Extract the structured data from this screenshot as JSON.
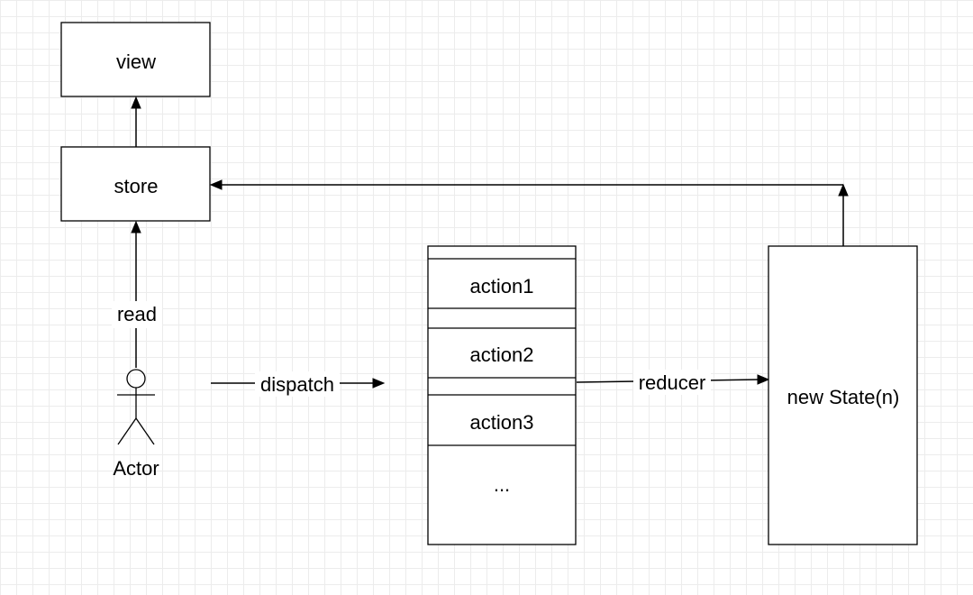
{
  "nodes": {
    "view": "view",
    "store": "store",
    "actor": "Actor",
    "new_state": "new State(n)"
  },
  "action_queue": {
    "items": [
      "action1",
      "action2",
      "action3",
      "..."
    ]
  },
  "edges": {
    "read": "read",
    "dispatch": "dispatch",
    "reducer": "reducer"
  }
}
